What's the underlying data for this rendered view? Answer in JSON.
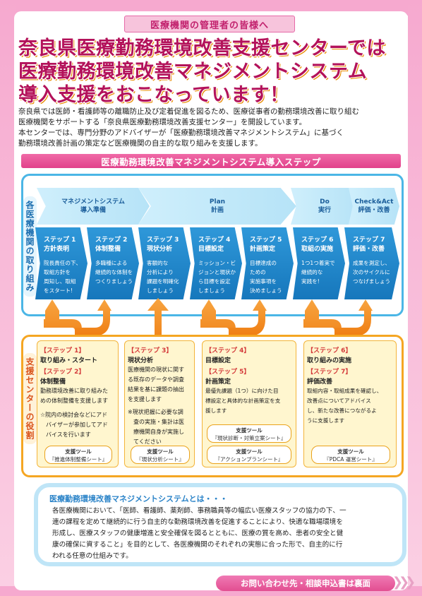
{
  "banner": "医療機関の管理者の皆様へ",
  "headline": {
    "line1": "奈良県医療勤務環境改善支援センターでは",
    "line2": "医療勤務環境改善マネジメントシステム",
    "line3": "導入支援をおこなっています！"
  },
  "intro": {
    "line1": "奈良県では医師・看護師等の離職防止及び定着促進を図るため、医療従事者の勤務環境改善に取り組む",
    "line2": "医療機関をサポートする「奈良県医療勤務環境改善支援センター」を開設しています。",
    "line3": "本センターでは、専門分野のアドバイザーが「医療勤務環境改善マネジメントシステム」に基づく",
    "line4": "勤務環境改善計画の策定など医療機関の自主的な取り組みを支援します。"
  },
  "section_title": "医療勤務環境改善マネジメントシステム導入ステップ",
  "flow_label": "各医療機関の取り組み",
  "phases": [
    {
      "l1": "マネジメントシステム",
      "l2": "導入準備"
    },
    {
      "l1": "Plan",
      "l2": "計画"
    },
    {
      "l1": "Do",
      "l2": "実行"
    },
    {
      "l1": "Check&Act",
      "l2": "評価・改善"
    }
  ],
  "steps": [
    {
      "num": "ステップ 1",
      "title": "方針表明",
      "desc": "院長責任の下、\n取組方針を\n周知し、取組\nをスタート!"
    },
    {
      "num": "ステップ 2",
      "title": "体制整備",
      "desc": "多職種による\n継続的な体制を\nつくりましょう"
    },
    {
      "num": "ステップ 3",
      "title": "現状分析",
      "desc": "客観的な\n分析により\n課題を明確化\nしましょう"
    },
    {
      "num": "ステップ 4",
      "title": "目標設定",
      "desc": "ミッション・ビ\nジョンと現状か\nら目標を設定\nしましょう"
    },
    {
      "num": "ステップ 5",
      "title": "計画策定",
      "desc": "目標達成の\nための\n実施事項を\n決めましょう"
    },
    {
      "num": "ステップ 6",
      "title": "取組の実施",
      "desc": "1つ1つ着実で\n継続的な\n実践を!"
    },
    {
      "num": "ステップ 7",
      "title": "評価・改善",
      "desc": "成果を測定し、\n次のサイクルに\nつなげましょう"
    }
  ],
  "support_label": "支援センターの役割",
  "support": {
    "c1": {
      "h1": "【ステップ 1】",
      "b1": "取り組み・スタート",
      "h2": "【ステップ 2】",
      "b2": "体制整備",
      "p1": "勤務環境改善に取り組みた\nめの体制整備を支援します",
      "p2": "☆院内の検討会などにアド\n　バイザーが参加してアド\n　バイスを行います",
      "tool1": "支援ツール",
      "tool2": "『推進体制整備シート』"
    },
    "c2": {
      "h1": "【ステップ 3】",
      "b1": "現状分析",
      "p1": "医療機関の現状に関す\nる既存のデータや調査\n結果を基に課題の抽出\nを支援します",
      "p2": "※現状把握に必要な調\n　査の実施・集計は医\n　療機関自身が実施し\n　てください",
      "tool1": "支援ツール",
      "tool2": "『現状分析シート』"
    },
    "c3": {
      "h1": "【ステップ 4】",
      "b1": "目標設定",
      "h2": "【ステップ 5】",
      "b2": "計画策定",
      "p1": "最優先課題（1つ）に向けた目\n標設定と具体的な計画策定を支\n援します",
      "toolA1": "支援ツール",
      "toolA2": "『現状診断・対策立案シート』",
      "toolB1": "支援ツール",
      "toolB2": "『アクションプランシート』"
    },
    "c4": {
      "h1": "【ステップ 6】",
      "b1": "取り組みの実施",
      "h2": "【ステップ 7】",
      "b2": "評価改善",
      "p1": "取組内容・取組成果を確認し、\n改善点についてアドバイス\nし、新たな改善につながるよ\nうに支援します",
      "tool1": "支援ツール",
      "tool2": "『PDCA 運営シート』"
    }
  },
  "about": {
    "title": "医療勤務環境改善マネジメントシステムとは・・・",
    "line1": "各医療機関において、「医師、看護師、薬剤師、事務職員等の幅広い医療スタッフの協力の下、一",
    "line2": "連の課程を定めて継続的に行う自主的な勤務環境改善を促進することにより、快適な職場環境を",
    "line3": "形成し、医療スタッフの健康増進と安全確保を図るとともに、医療の質を高め、患者の安全と健",
    "line4": "康の確保に資すること」を目的として、各医療機関のそれぞれの実態に合った形で、自主的に行",
    "line5": "われる任意の仕組みです。"
  },
  "contact": "お問い合わせ先・相談申込書は裏面",
  "colors": {
    "pink": "#e1418b",
    "blue": "#1677bc",
    "orange": "#f5a623",
    "light_blue": "#4bb6e6"
  }
}
